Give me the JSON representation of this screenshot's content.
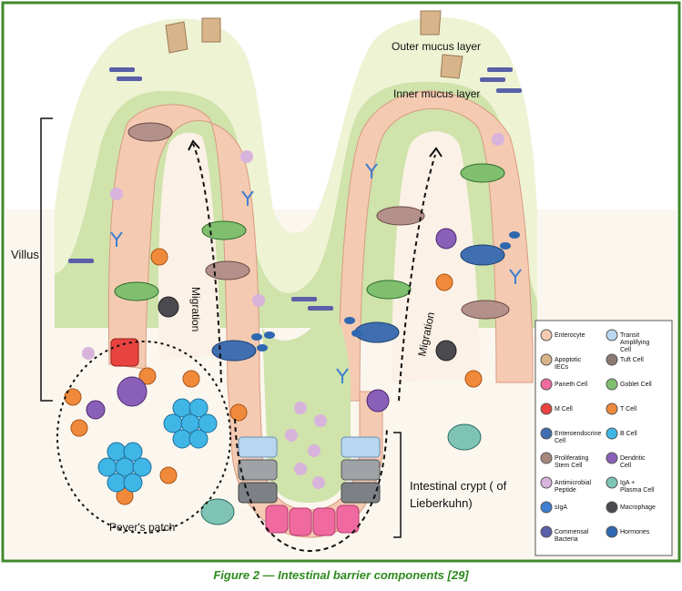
{
  "labels": {
    "outer_mucus": "Outer mucus layer",
    "inner_mucus": "Inner mucus layer",
    "villus": "Villus",
    "migration_left": "Migration",
    "migration_right": "Migration",
    "crypt_line1": "Intestinal crypt ( of",
    "crypt_line2": "Lieberkuhn)",
    "peyers_patch": "Peyer's patch"
  },
  "legend": {
    "items": [
      {
        "label": "Enterocyte",
        "icon": "enterocyte-icon"
      },
      {
        "label": "Transit Amplifying Cell",
        "icon": "transit-amplifying-cell-icon"
      },
      {
        "label": "Apoptotic IECs",
        "icon": "apoptotic-iec-icon"
      },
      {
        "label": "Tuft Cell",
        "icon": "tuft-cell-icon"
      },
      {
        "label": "Paneth Cell",
        "icon": "paneth-cell-icon"
      },
      {
        "label": "Goblet Cell",
        "icon": "goblet-cell-icon"
      },
      {
        "label": "M Cell",
        "icon": "m-cell-icon"
      },
      {
        "label": "T Cell",
        "icon": "t-cell-icon"
      },
      {
        "label": "Enteroendocrine Cell",
        "icon": "enteroendocrine-cell-icon"
      },
      {
        "label": "B Cell",
        "icon": "b-cell-icon"
      },
      {
        "label": "Proliferating Stem Cell",
        "icon": "stem-cell-icon"
      },
      {
        "label": "Dendritic Cell",
        "icon": "dendritic-cell-icon"
      },
      {
        "label": "Antimicrobial Peptide",
        "icon": "antimicrobial-peptide-icon"
      },
      {
        "label": "IgA + Plasma Cell",
        "icon": "plasma-cell-icon"
      },
      {
        "label": "sIgA",
        "icon": "siga-icon"
      },
      {
        "label": "Macrophage",
        "icon": "macrophage-icon"
      },
      {
        "label": "Commensal Bacteria",
        "icon": "commensal-bacteria-icon"
      },
      {
        "label": "Hormones",
        "icon": "hormones-icon"
      }
    ]
  },
  "caption": "Figure 2 — Intestinal barrier components [29]",
  "colors": {
    "frame": "#3f8a2c",
    "outer_mucus": "#eef3d4",
    "inner_mucus": "#c9e0a4",
    "epithelium": "#f3c9b0",
    "lamina": "#fbf1e6",
    "caption": "#2d8a1e"
  }
}
